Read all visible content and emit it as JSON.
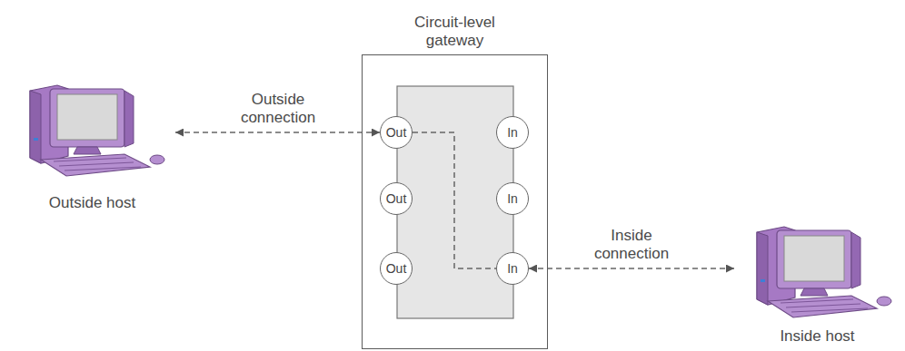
{
  "diagram": {
    "nodes": [
      {
        "text": [
          "Outside host"
        ]
      },
      {
        "text": [
          "Circuit-level gateway"
        ]
      },
      {
        "text": [
          "Out"
        ],
        "in": 1
      },
      {
        "text": [
          "In"
        ],
        "in": 1
      },
      {
        "text": [
          "Out"
        ],
        "in": 1
      },
      {
        "text": [
          "In"
        ],
        "in": 1
      },
      {
        "text": [
          "Out"
        ],
        "in": 1
      },
      {
        "text": [
          "In"
        ],
        "in": 1
      },
      {
        "text": [
          "Inside host"
        ]
      }
    ],
    "edges": [
      {
        "from": 0,
        "to": 2,
        "arrow": "both",
        "label": "Outside connection"
      },
      {
        "from": 2,
        "to": 7,
        "arrow": "none"
      },
      {
        "from": 7,
        "to": 8,
        "arrow": "both",
        "label": "Inside connection"
      }
    ]
  }
}
